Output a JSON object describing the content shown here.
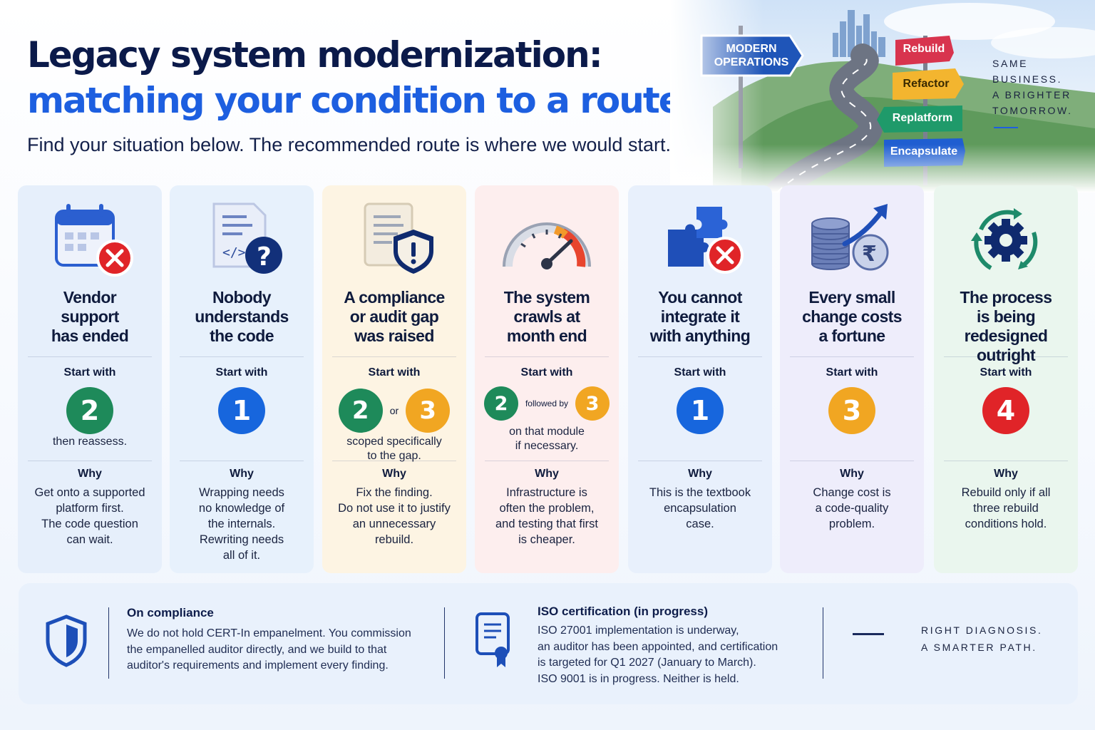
{
  "header": {
    "title_line1": "Legacy system modernization:",
    "title_line2": "matching your condition to a route",
    "subtitle": "Find your situation below. The recommended route is where we would start."
  },
  "hero": {
    "main_sign": "MODERN\nOPERATIONS",
    "route_signs": [
      "Rebuild",
      "Refactor",
      "Replatform",
      "Encapsulate"
    ],
    "slogan": [
      "SAME",
      "BUSINESS.",
      "A BRIGHTER",
      "TOMORROW."
    ]
  },
  "route_colors": {
    "1": "#1766dd",
    "2": "#1e8a5a",
    "3": "#f1a622",
    "4": "#e02428"
  },
  "cards": [
    {
      "condition": "Vendor\nsupport\nhas ended",
      "icon": "calendar-x-icon",
      "start_label": "Start with",
      "routes": [
        "2"
      ],
      "joiner": "",
      "note": "then reassess.",
      "why_label": "Why",
      "why": "Get onto a supported\nplatform first.\nThe code question\ncan wait.",
      "bg": "#e6effb"
    },
    {
      "condition": "Nobody\nunderstands\nthe code",
      "icon": "code-document-question-icon",
      "start_label": "Start with",
      "routes": [
        "1"
      ],
      "joiner": "",
      "note": "",
      "why_label": "Why",
      "why": "Wrapping needs\nno knowledge of\nthe internals.\nRewriting needs\nall of it.",
      "bg": "#e7f1fc"
    },
    {
      "condition": "A compliance\nor audit gap\nwas raised",
      "icon": "document-shield-alert-icon",
      "start_label": "Start with",
      "routes": [
        "2",
        "3"
      ],
      "joiner": "or",
      "note": "scoped specifically\nto the gap.",
      "why_label": "Why",
      "why": "Fix the finding.\nDo not use it to justify\nan unnecessary\nrebuild.",
      "bg": "#fdf4e3"
    },
    {
      "condition": "The system\ncrawls at\nmonth end",
      "icon": "speedometer-icon",
      "start_label": "Start with",
      "routes": [
        "2",
        "3"
      ],
      "joiner": "followed by",
      "note": "on that module\nif necessary.",
      "why_label": "Why",
      "why": "Infrastructure is\noften the problem,\nand testing that first\nis cheaper.",
      "bg": "#fdeeee"
    },
    {
      "condition": "You cannot\nintegrate it\nwith anything",
      "icon": "puzzle-x-icon",
      "start_label": "Start with",
      "routes": [
        "1"
      ],
      "joiner": "",
      "note": "",
      "why_label": "Why",
      "why": "This is the textbook\nencapsulation\ncase.",
      "bg": "#e8f0fc"
    },
    {
      "condition": "Every small\nchange costs\na fortune",
      "icon": "coins-rupee-trend-icon",
      "start_label": "Start with",
      "routes": [
        "3"
      ],
      "joiner": "",
      "note": "",
      "why_label": "Why",
      "why": "Change cost is\na code-quality\nproblem.",
      "bg": "#eeedfb"
    },
    {
      "condition": "The process\nis being\nredesigned outright",
      "icon": "gear-cycle-icon",
      "start_label": "Start with",
      "routes": [
        "4"
      ],
      "joiner": "",
      "note": "",
      "why_label": "Why",
      "why": "Rebuild only if all\nthree rebuild\nconditions hold.",
      "bg": "#eaf6ee"
    }
  ],
  "footer": {
    "compliance_title": "On compliance",
    "compliance_text": "We do not hold CERT-In empanelment. You commission\nthe empanelled auditor directly, and we build to that\nauditor's requirements and implement every finding.",
    "iso_title": "ISO certification (in progress)",
    "iso_text": "ISO 27001 implementation is underway,\nan auditor has been appointed, and certification\nis targeted for Q1 2027 (January to March).\nISO 9001 is in progress. Neither is held.",
    "tagline": [
      "RIGHT DIAGNOSIS.",
      "A SMARTER PATH."
    ]
  }
}
